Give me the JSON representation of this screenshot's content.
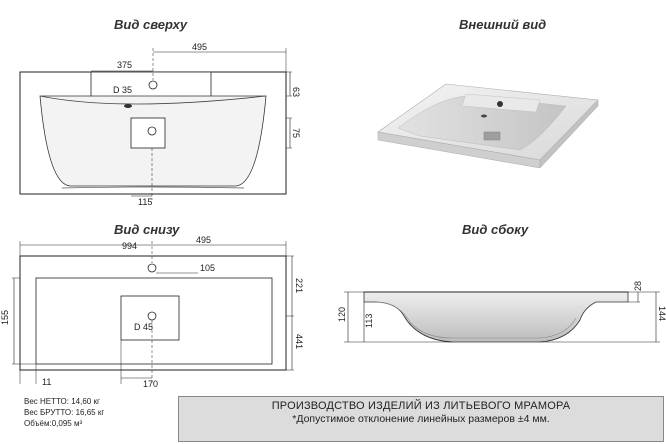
{
  "views": {
    "top": "Вид сверху",
    "exterior": "Внешний вид",
    "bottom": "Вид снизу",
    "side": "Вид сбоку"
  },
  "dimensions": {
    "top": {
      "d495": "495",
      "d375": "375",
      "d63": "63",
      "hole": "D 35",
      "d75": "75",
      "d115": "115"
    },
    "bottom": {
      "d994": "994",
      "d495": "495",
      "d105": "105",
      "d221": "221",
      "d155": "155",
      "hole": "D 45",
      "d441": "441",
      "d11": "11",
      "d170": "170"
    },
    "side": {
      "d28": "28",
      "d120": "120",
      "d113": "113",
      "d144": "144"
    }
  },
  "specs": {
    "net": "Вес НЕТТО: 14,60 кг",
    "gross": "Вес БРУТТО: 16,65 кг",
    "volume": "Объём:0,095 м³"
  },
  "footer": {
    "production": "ПРОИЗВОДСТВО ИЗДЕЛИЙ ИЗ ЛИТЬЕВОГО МРАМОРА",
    "tolerance": "*Допустимое отклонение линейных размеров ±4 мм."
  }
}
